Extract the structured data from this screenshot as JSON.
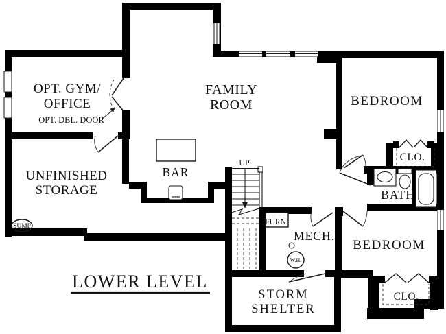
{
  "title": {
    "label": "LOWER LEVEL"
  },
  "rooms": {
    "gym_office": {
      "line1": "OPT. GYM/",
      "line2": "OFFICE"
    },
    "family_room": {
      "line1": "FAMILY",
      "line2": "ROOM"
    },
    "bedroom_top": {
      "label": "BEDROOM"
    },
    "closet_top": {
      "label": "CLO."
    },
    "bath": {
      "label": "BATH"
    },
    "unfinished_storage": {
      "line1": "UNFINISHED",
      "line2": "STORAGE"
    },
    "bar": {
      "label": "BAR"
    },
    "mech": {
      "label": "MECH."
    },
    "bedroom_bottom": {
      "label": "BEDROOM"
    },
    "closet_bottom": {
      "label": "CLO."
    },
    "storm_shelter": {
      "line1": "STORM",
      "line2": "SHELTER"
    }
  },
  "annotations": {
    "opt_dbl_door": "OPT. DBL. DOOR",
    "stairs_up": "UP",
    "furnace": "FURN.",
    "water_heater": "W.H.",
    "sump": "SUMP"
  },
  "fixtures": [
    "bar-counter",
    "bar-sink",
    "stairs",
    "vanity-sink",
    "toilet",
    "bathtub",
    "sump-pump",
    "furnace",
    "water-heater",
    "floor-drain",
    "bifold-doors",
    "closet-rods",
    "windows",
    "door-swings"
  ],
  "colors": {
    "wall": "#000000",
    "background": "#ffffff",
    "text": "#121212",
    "line": "#1a1a1a"
  }
}
